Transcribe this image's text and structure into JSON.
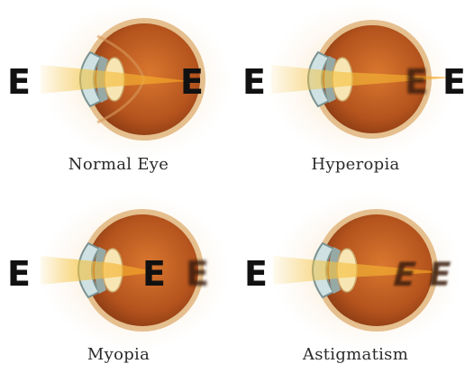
{
  "letter": "E",
  "panels": [
    {
      "title": "Normal Eye"
    },
    {
      "title": "Hyperopia"
    },
    {
      "title": "Myopia"
    },
    {
      "title": "Astigmatism"
    }
  ],
  "colors": {
    "halo": "#f3d7a8",
    "sclera": "#e5bf8e",
    "choroid": "#b4531d",
    "lens": "#f7e6b4",
    "cornea": "#cfe1e2",
    "iris": "#97a9a5",
    "beam": "#f5c542",
    "letter": "#111111"
  }
}
